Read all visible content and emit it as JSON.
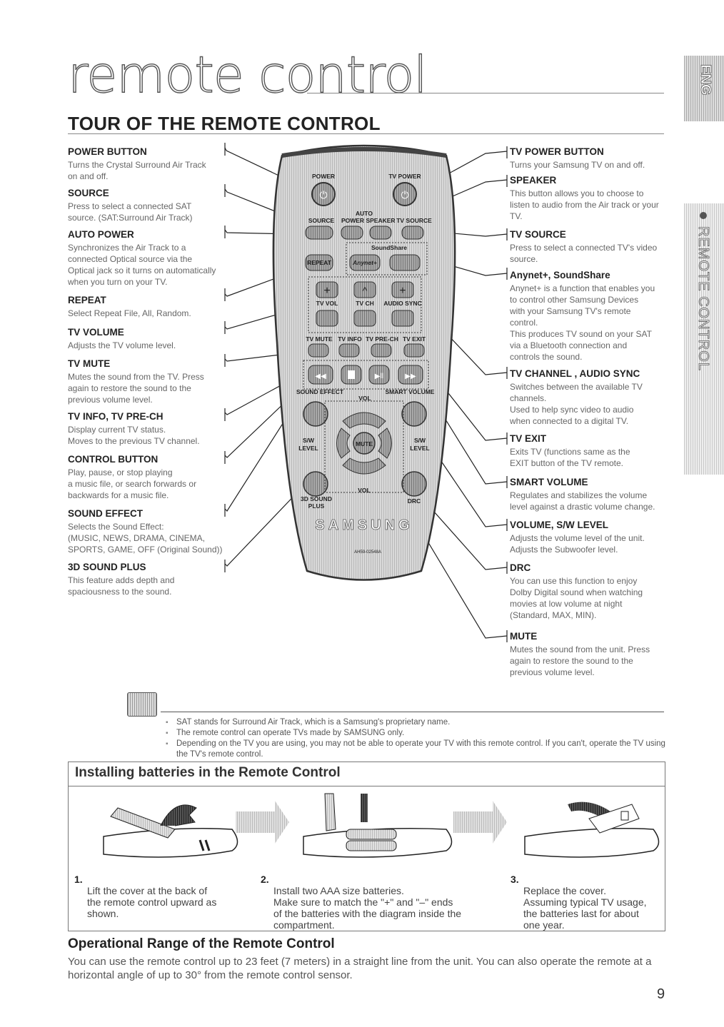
{
  "header": {
    "title": "remote control",
    "section": "TOUR OF THE REMOTE CONTROL",
    "tab": "ENG",
    "side": "REMOTE CONTROL"
  },
  "left_items": [
    {
      "h": "POWER BUTTON",
      "d": "Turns the Crystal Surround Air Track\non and off."
    },
    {
      "h": "SOURCE",
      "d": "Press to select a connected SAT\nsource. (SAT:Surround Air Track)"
    },
    {
      "h": "AUTO POWER",
      "d": "Synchronizes the Air Track to a\nconnected Optical source via the\nOptical jack so it turns on automatically\nwhen you turn on your TV."
    },
    {
      "h": "REPEAT",
      "d": "Select Repeat File, All, Random."
    },
    {
      "h": "TV VOLUME",
      "d": "Adjusts the TV volume level."
    },
    {
      "h": "TV MUTE",
      "d": "Mutes the sound from the TV. Press\nagain to restore the sound to the\nprevious volume level."
    },
    {
      "h": "TV INFO, TV PRE-CH",
      "d": "Display current TV status.\nMoves to the previous TV channel."
    },
    {
      "h": "CONTROL BUTTON",
      "d": "Play, pause, or stop playing\na music file, or search forwards or\nbackwards for a music file."
    },
    {
      "h": "SOUND EFFECT",
      "d": "Selects the Sound Effect:\n(MUSIC, NEWS, DRAMA, CINEMA,\nSPORTS, GAME, OFF (Original Sound))"
    },
    {
      "h": "3D SOUND PLUS",
      "d": "This feature adds depth and\nspaciousness to the sound."
    }
  ],
  "right_items": [
    {
      "h": "TV POWER BUTTON",
      "d": "Turns your Samsung TV on and off."
    },
    {
      "h": "SPEAKER",
      "d": "This button allows you to choose to\nlisten to audio from the Air track or your\nTV."
    },
    {
      "h": "TV SOURCE",
      "d": "Press to select a connected TV's video\nsource."
    },
    {
      "h": "Anynet+, SoundShare",
      "d": "Anynet+ is a function that enables you\nto control other Samsung Devices\nwith your Samsung TV's remote\ncontrol.\nThis produces TV sound on your SAT\nvia a Bluetooth connection and\ncontrols the sound."
    },
    {
      "h": "TV CHANNEL , AUDIO SYNC",
      "d": "Switches between the available TV\nchannels.\nUsed to help sync video to audio\nwhen connected to a digital TV."
    },
    {
      "h": "TV EXIT",
      "d": "Exits TV (functions same as the\nEXIT button of the TV remote."
    },
    {
      "h": "SMART VOLUME",
      "d": "Regulates and stabilizes the volume\nlevel against a drastic volume change."
    },
    {
      "h": "VOLUME, S/W LEVEL",
      "d": "Adjusts the volume level of the unit.\nAdjusts the Subwoofer level."
    },
    {
      "h": "DRC",
      "d": "You can use this function to enjoy\nDolby Digital sound when watching\nmovies at low volume at night\n(Standard, MAX, MIN)."
    },
    {
      "h": "MUTE",
      "d": "Mutes the sound from the unit. Press\nagain to restore the sound to the\nprevious volume level."
    }
  ],
  "remote_labels": {
    "power": "POWER",
    "tv_power": "TV POWER",
    "auto": "AUTO",
    "source": "SOURCE",
    "auto_power": "POWER",
    "speaker": "SPEAKER",
    "tv_source": "TV SOURCE",
    "soundshare": "SoundShare",
    "repeat": "REPEAT",
    "anynet": "Anynet+",
    "tv_vol": "TV VOL",
    "tv_ch": "TV CH",
    "audio_sync": "AUDIO SYNC",
    "tv_mute": "TV MUTE",
    "tv_info": "TV INFO",
    "tv_pre_ch": "TV PRE-CH",
    "tv_exit": "TV EXIT",
    "sound_effect": "SOUND EFFECT",
    "smart_volume": "SMART VOLUME",
    "vol": "VOL",
    "sw_level": "S/W\nLEVEL",
    "mute": "MUTE",
    "sound_3d": "3D SOUND\nPLUS",
    "drc": "DRC",
    "brand": "SAMSUNG",
    "model": "AH59-02548A"
  },
  "notes": [
    "SAT stands for Surround Air Track, which is a Samsung's proprietary name.",
    "The remote control can operate TVs made by SAMSUNG only.",
    "Depending on the TV you are using, you may not be able to operate your TV with this remote control. If you can't, operate the TV using the TV's remote control."
  ],
  "batteries": {
    "title": "Installing batteries in the Remote Control",
    "steps": [
      {
        "n": "1.",
        "text": "Lift the cover at the back of\nthe remote control upward as\nshown."
      },
      {
        "n": "2.",
        "text": "Install two AAA size batteries.\nMake sure to match the \"+\" and \"–\" ends\nof the batteries with the diagram inside the\ncompartment."
      },
      {
        "n": "3.",
        "text": "Replace the cover.\nAssuming typical TV usage,\nthe batteries last for about\none year."
      }
    ]
  },
  "operational": {
    "title": "Operational Range of the Remote Control",
    "text": "You can use the remote control up to 23 feet (7 meters) in a straight line from the unit. You can also operate the remote at a horizontal angle of up to 30° from the remote control sensor."
  },
  "page_number": "9"
}
